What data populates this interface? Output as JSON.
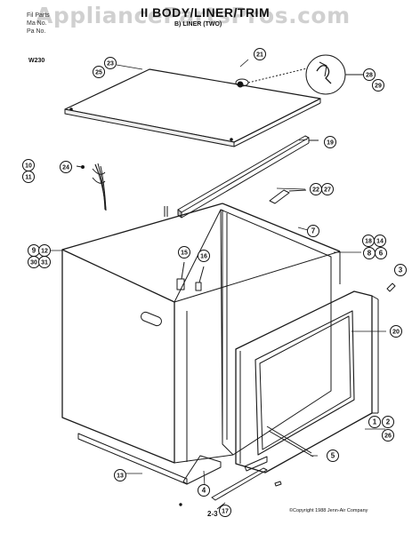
{
  "watermark": "AppliancePartsPros.com",
  "header": {
    "left_lines": [
      "Fil  Parts",
      "Ma  No.",
      "Pa  No."
    ],
    "title": "II BODY/LINER/TRIM",
    "subtitle": "B) LINER (TWO)",
    "model": "W230"
  },
  "callouts": [
    {
      "id": "23"
    },
    {
      "id": "25"
    },
    {
      "id": "21"
    },
    {
      "id": "28"
    },
    {
      "id": "29"
    },
    {
      "id": "19"
    },
    {
      "id": "10"
    },
    {
      "id": "24"
    },
    {
      "id": "11"
    },
    {
      "id": "22"
    },
    {
      "id": "27"
    },
    {
      "id": "7"
    },
    {
      "id": "18"
    },
    {
      "id": "14"
    },
    {
      "id": "8"
    },
    {
      "id": "6"
    },
    {
      "id": "9"
    },
    {
      "id": "12"
    },
    {
      "id": "30"
    },
    {
      "id": "31"
    },
    {
      "id": "15"
    },
    {
      "id": "16"
    },
    {
      "id": "3"
    },
    {
      "id": "20"
    },
    {
      "id": "1"
    },
    {
      "id": "2"
    },
    {
      "id": "26"
    },
    {
      "id": "5"
    },
    {
      "id": "13"
    },
    {
      "id": "4"
    },
    {
      "id": "17"
    }
  ],
  "footer": {
    "page": "2-3",
    "copyright": "©Copyright 1988 Jenn-Air Company"
  }
}
